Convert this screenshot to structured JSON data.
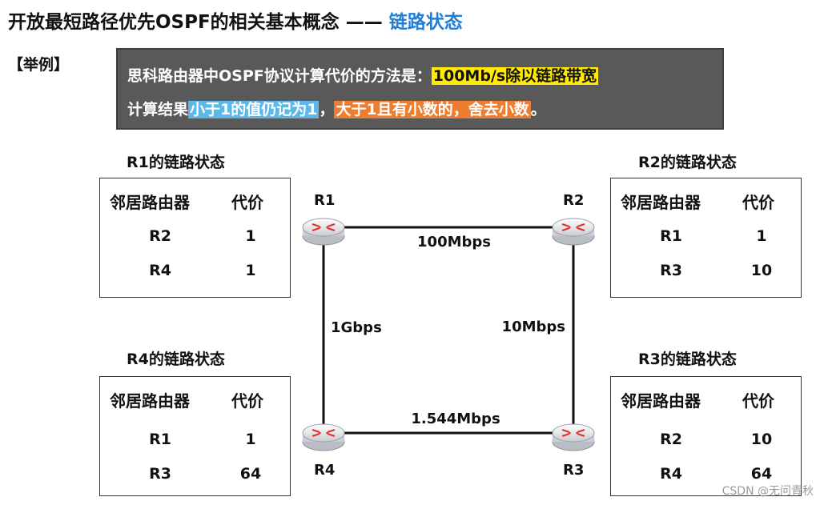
{
  "title": {
    "main": "开放最短路径优先OSPF的相关基本概念 —— ",
    "accent": "链路状态"
  },
  "example_label": "【举例】",
  "info": {
    "line1_prefix": "思科路由器中OSPF协议计算代价的方法是：",
    "line1_highlight": "100Mb/s除以链路带宽",
    "line2_prefix": "计算结果",
    "line2_blue": "小于1的值仍记为1",
    "line2_sep": "，",
    "line2_orange": "大于1且有小数的，舍去小数",
    "line2_end": "。"
  },
  "tables": {
    "r1": {
      "caption": "R1的链路状态",
      "h_neighbor": "邻居路由器",
      "h_cost": "代价",
      "rows": [
        {
          "n": "R2",
          "c": "1"
        },
        {
          "n": "R4",
          "c": "1"
        }
      ]
    },
    "r2": {
      "caption": "R2的链路状态",
      "h_neighbor": "邻居路由器",
      "h_cost": "代价",
      "rows": [
        {
          "n": "R1",
          "c": "1"
        },
        {
          "n": "R3",
          "c": "10"
        }
      ]
    },
    "r4": {
      "caption": "R4的链路状态",
      "h_neighbor": "邻居路由器",
      "h_cost": "代价",
      "rows": [
        {
          "n": "R1",
          "c": "1"
        },
        {
          "n": "R3",
          "c": "64"
        }
      ]
    },
    "r3": {
      "caption": "R3的链路状态",
      "h_neighbor": "邻居路由器",
      "h_cost": "代价",
      "rows": [
        {
          "n": "R2",
          "c": "10"
        },
        {
          "n": "R4",
          "c": "64"
        }
      ]
    }
  },
  "routers": {
    "r1": "R1",
    "r2": "R2",
    "r3": "R3",
    "r4": "R4"
  },
  "links": {
    "r1_r2": "100Mbps",
    "r1_r4": "1Gbps",
    "r2_r3": "10Mbps",
    "r4_r3": "1.544Mbps"
  },
  "watermark": "CSDN @无问青秋",
  "colors": {
    "title_accent": "#1f7fd6",
    "infobox_bg": "#595959",
    "highlight_yellow": "#ffea00",
    "highlight_blue": "#5bb8e8",
    "highlight_orange": "#ee7d2f"
  },
  "icons": {
    "router": "router-icon"
  }
}
